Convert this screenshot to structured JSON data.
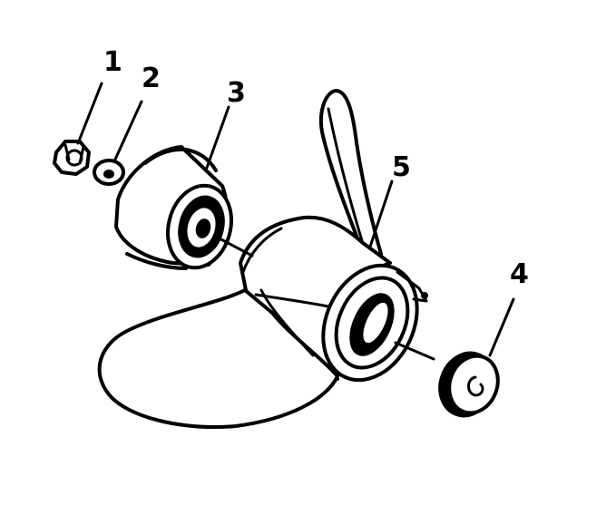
{
  "callouts": [
    {
      "id": "1",
      "label": "1"
    },
    {
      "id": "2",
      "label": "2"
    },
    {
      "id": "3",
      "label": "3"
    },
    {
      "id": "4",
      "label": "4"
    },
    {
      "id": "5",
      "label": "5"
    }
  ],
  "ink_color": "#000000",
  "background_color": "#ffffff"
}
